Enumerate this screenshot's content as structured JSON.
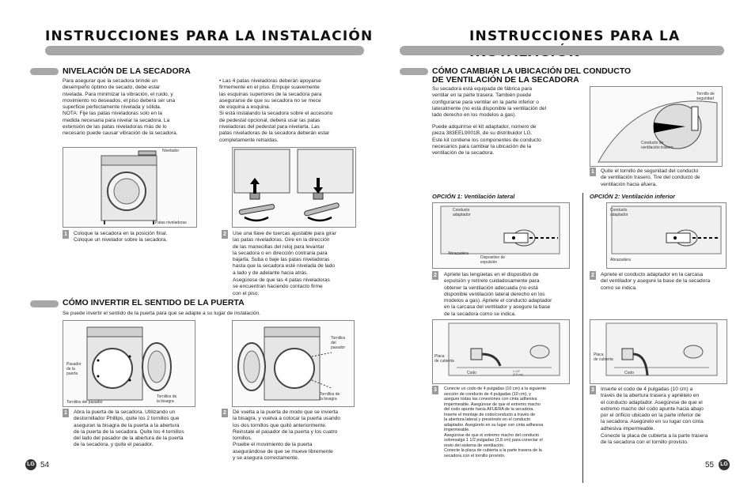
{
  "left": {
    "title": "INSTRUCCIONES PARA LA INSTALACIÓN",
    "leveling": {
      "heading": "NIVELACIÓN DE LA SECADORA",
      "intro": "Para asegurar que la secadora brinde un\ndesempeño óptimo de secado, debe estar\nnivelada. Para minimizar la vibración, el ruido, y\nmovimiento no deseados, el piso deberá ser una\nsuperficie perfectamente nivelada y sólida.\nNOTA: Fije las patas niveladoras solo en la\nmedida necesaria para nivelar la secadora. La\nextensión de las patas niveladoras más de lo\nnecesario puede causar vibración de la secadora.",
      "right_col": "•  Las 4 patas niveladoras deberán apoyarse\n    firmemente en el piso. Empuje suavemente\n    las esquinas superiores de la secadora para\n    asegurarse de que su secadora no se mece\n    de esquina a esquina.\nSi está instalando la secadora sobre el accesorio\nde pedestal opcional, deberá usar las patas\nniveladoras del pedestal para nivelarla. Las\npatas niveladoras de la secadora deberán estar\ncompletamente retraídas.",
      "label_nivelador": "Nivelador",
      "label_patas": "Patas niveladoras",
      "step1_num": "1",
      "step1": "Coloque la secadora en la posición final.\nColoque un nivelador sobre la secadora.",
      "step2_num": "2",
      "step2": "Use una llave de tuercas ajustable para girar\nlas patas niveladoras. Gire en la dirección\nde las manecillas del reloj para levantar\nla secadora o en dirección contraria para\nbajarla. Suba o baje las patas niveladoras\nhasta que la secadora esté nivelada de lado\na lado y de adelante hacia atrás.",
      "step2b": "Asegúrese de que las 4 patas niveladoras\nse encuentran haciendo contacto firme\ncon el piso."
    },
    "door": {
      "heading": "CÓMO INVERTIR EL SENTIDO DE LA PUERTA",
      "intro": "Se puede invertir el sentido de la puerta para que se adapte a su lugar de instalación.",
      "label_pasador": "Pasador\nde la\npuerta",
      "label_tornillos_pasador": "Tornillos del pasador",
      "label_tornillos_bisagra1": "Tornillos de\nla bisagra",
      "label_tornillos_del_pasador2": "Tornillos\ndel\npasador",
      "label_tornillos_bisagra2": "Tornillos de\nla bisagra",
      "step1_num": "1",
      "step1": "Abra la puerta de la secadora. Utilizando un\ndestornillador Phillips, quite los 2 tornillos que\naseguran la bisagra de la puerta a la abertura\nde la puerta de la secadora. Quite los 4 tornillos\ndel lado del pasador de la abertura de la puerta\nde la secadora, y quite el pasador.",
      "step2_num": "2",
      "step2": "Dé vuelta a la puerta de modo que se invierta\nla bisagra, y vuelva a colocar la puerta usando\nlos dos tornillos que quitó anteriormente.\nReinstale el pasador de la puerta y los cuatro\ntornillos.\nPruebe el movimiento de la puerta\nasegurándose de que se mueve libremente\ny se asegura correctamente."
    },
    "page_number": "54",
    "logo": "LG"
  },
  "right": {
    "title": "INSTRUCCIONES PARA LA INSTALACIÓN",
    "vent": {
      "heading": "CÓMO CAMBIAR LA UBICACIÓN DEL CONDUCTO\nDE VENTILACIÓN DE LA SECADORA",
      "intro1": "Su secadora está equipada de fábrica para\nventilar en la parte trasera. También puede\nconfigurarse para ventilar en la parte inferior o\nlateralmente (no está disponible la ventilación del\nlado derecho en los modelos a gas).",
      "intro2": "Puede adquirirse el kit adaptador, número de\npieza 383EEL9001B, de su distribuidor LG.\nEste kit contiene los componentes de conducto\nnecesarios para cambiar la ubicación de la\nventilación de la secadora.",
      "label_tornillo": "Tornillo de\nseguridad",
      "label_conducto_trasero": "Conducto de\nventilación trasero",
      "step1_num": "1",
      "step1": "Quite el tornillo de seguridad del conducto\nde ventilación trasero. Tire del conducto de\nventilación hacia afuera."
    },
    "option1": {
      "title": "OPCIÓN 1: Ventilación lateral",
      "label_conducto": "Conducto\nadaptador",
      "label_abrazadera": "Abrazadera",
      "label_dispositivo": "Dispositivo de\nexpulsión",
      "step2_num": "2",
      "step2": "Apriete las lengüetas en el dispositivo de\nexpulsión y retírelo cuidadosamente para\nobtener la ventilación adecuada (no está\ndisponible ventilación lateral derecho en los\nmodelos a gas). Apriete el conducto adaptador\nen la carcasa del ventilador y asegure la base\nde la secadora como se indica.",
      "label_placa": "Placa\nde cubierta",
      "label_codo": "Codo",
      "label_measure": "1 1/2\"\n(3.8 cm)",
      "step3_num": "3",
      "step3": "Conecte un codo de 4 pulgadas (10 cm) a la siguiente\nsección de conducto de 4 pulgadas (10 cm), y\nasegure todas las conexiones con cinta adhesiva\nimpermeable. Asegúrese de que el extremo macho\ndel codo apunte hacia AFUERA de la secadora.\nInserte el montaje de codo/conducto a través de\nla abertura lateral y presiónelo en el conducto\nadaptador. Asegúrelo en su lugar con cinta adhesiva\nimpermeable.\nAsegúrese de que el extremo macho del conducto\nsobresalga 1 1/2 pulgadas (3,8 cm) para conectar el\nresto del sistema de ventilación.\nConecte la placa de cubierta a la parte trasera de la\nsecadora con el tornillo provisto."
    },
    "option2": {
      "title": "OPCIÓN 2: Ventilación inferior",
      "label_conducto": "Conducto\nadaptador",
      "label_abrazadera": "Abrazadera",
      "step2_num": "2",
      "step2": "Apriete el conducto adaptador en la carcasa\ndel ventilador y asegure la base de la secadora\ncomo se indica.",
      "label_placa": "Placa\nde cubierta",
      "label_codo": "Codo",
      "step3_num": "3",
      "step3": "Inserte el codo de 4 pulgadas (10 cm) a\ntravés de la abertura trasera y apriételo en\nel conducto adaptador. Asegúrese de que el\nextremo macho del codo apunte hacia abajo\npor el orificio ubicado en la parte inferior de\nla secadora. Asegúrelo en su lugar con cinta\nadhesiva impermeable.",
      "step3b": "Conecte la placa de cubierta a la parte trasera\nde la secadora con el tornillo provisto."
    },
    "page_number": "55",
    "logo": "LG"
  }
}
